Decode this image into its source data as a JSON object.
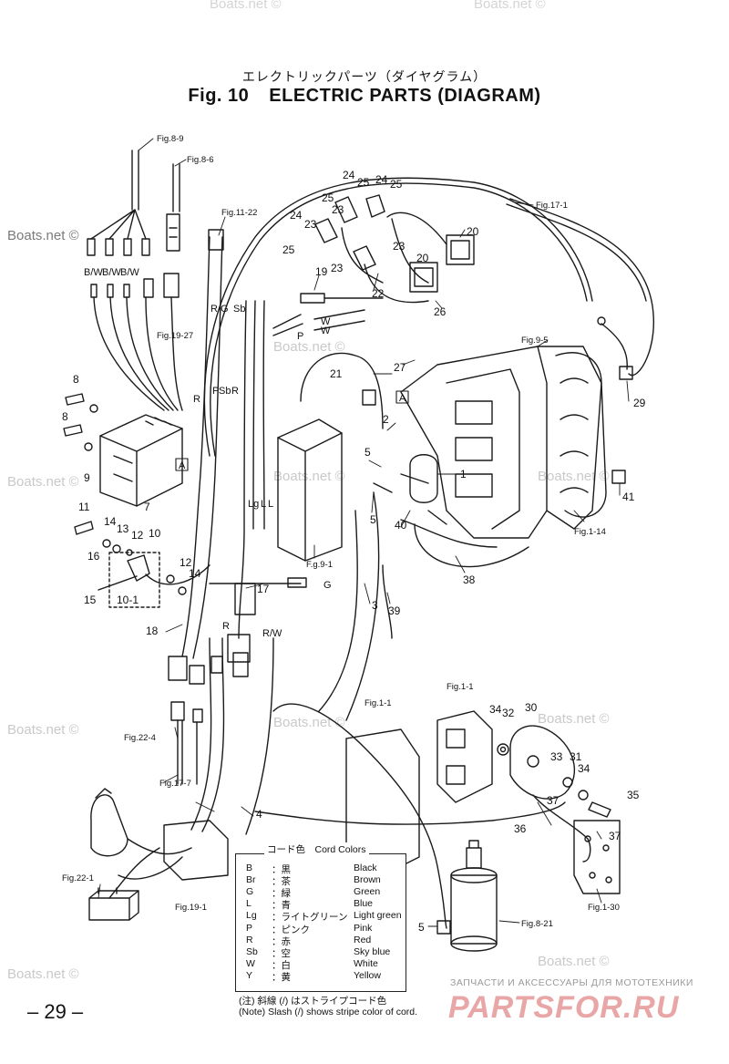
{
  "header": {
    "title_jp": "エレクトリックパーツ（ダイヤグラム）",
    "fig_number": "Fig. 10",
    "title_en": "ELECTRIC PARTS  (DIAGRAM)"
  },
  "watermark": "Boats.net ©",
  "fig_refs": {
    "f8_9": "Fig.8-9",
    "f8_6": "Fig.8-6",
    "f11_22": "Fig.11-22",
    "f17_1": "Fig.17-1",
    "f19_27": "Fig.19-27",
    "f9_5": "Fig.9-5",
    "f9_1": "F.g.9-1",
    "f1_14": "Fig.1-14",
    "f1_1a": "Fig.1-1",
    "f1_1b": "Fig.1-1",
    "f22_4": "Fig.22-4",
    "f17_7": "Fig.17-7",
    "f22_1": "Fig.22-1",
    "f19_1": "Fig.19-1",
    "f8_21": "Fig.8-21",
    "f1_30": "Fig.1-30"
  },
  "wire_labels": {
    "bw1": "B/W",
    "bw2": "B/W",
    "bw3": "B/W",
    "rg": "R/G",
    "sb": "Sb",
    "r1": "R",
    "r2": "R",
    "p1": "P",
    "sb2": "Sb",
    "r3": "R",
    "p2": "P",
    "w1": "W",
    "w2": "W",
    "lg": "Lg",
    "l1": "L",
    "l2": "L",
    "g": "G",
    "rw": "R/W",
    "boxA1": "A",
    "boxA2": "A"
  },
  "parts": {
    "p1": "1",
    "p2": "2",
    "p3": "3",
    "p4": "4",
    "p5a": "5",
    "p5b": "5",
    "p5c": "5",
    "p7": "7",
    "p8a": "8",
    "p8b": "8",
    "p9": "9",
    "p10": "10",
    "p10_1": "10-1",
    "p11": "11",
    "p12a": "12",
    "p12b": "12",
    "p13": "13",
    "p14a": "14",
    "p14b": "14",
    "p15": "15",
    "p16": "16",
    "p17": "17",
    "p18": "18",
    "p19": "19",
    "p20a": "20",
    "p20b": "20",
    "p21": "21",
    "p22": "22",
    "p23a": "23",
    "p23b": "23",
    "p23c": "23",
    "p23d": "23",
    "p24a": "24",
    "p24b": "24",
    "p24c": "24",
    "p25a": "25",
    "p25b": "25",
    "p25c": "25",
    "p25d": "25",
    "p26": "26",
    "p27": "27",
    "p29": "29",
    "p30": "30",
    "p31": "31",
    "p32": "32",
    "p33": "33",
    "p34a": "34",
    "p34b": "34",
    "p35": "35",
    "p36": "36",
    "p37a": "37",
    "p37b": "37",
    "p38": "38",
    "p39": "39",
    "p40": "40",
    "p41": "41"
  },
  "legend": {
    "title": "コード色　Cord Colors",
    "rows": [
      {
        "code": "B",
        "jp": "：黒",
        "en": "Black"
      },
      {
        "code": "Br",
        "jp": "：茶",
        "en": "Brown"
      },
      {
        "code": "G",
        "jp": "：緑",
        "en": "Green"
      },
      {
        "code": "L",
        "jp": "：青",
        "en": "Blue"
      },
      {
        "code": "Lg",
        "jp": "：ライトグリーン",
        "en": "Light green"
      },
      {
        "code": "P",
        "jp": "：ピンク",
        "en": "Pink"
      },
      {
        "code": "R",
        "jp": "：赤",
        "en": "Red"
      },
      {
        "code": "Sb",
        "jp": "：空",
        "en": "Sky blue"
      },
      {
        "code": "W",
        "jp": "：白",
        "en": "White"
      },
      {
        "code": "Y",
        "jp": "：黄",
        "en": "Yellow"
      }
    ],
    "note_jp": "(注) 斜線 (/) はストライプコード色",
    "note_en": "(Note)  Slash  (/)  shows stripe color of cord."
  },
  "page_number": "– 29 –",
  "footer": {
    "shop_text": "ЗАПЧАСТИ И АКСЕССУАРЫ ДЛЯ МОТОТЕХНИКИ",
    "brand": "PARTSFOR.RU"
  }
}
